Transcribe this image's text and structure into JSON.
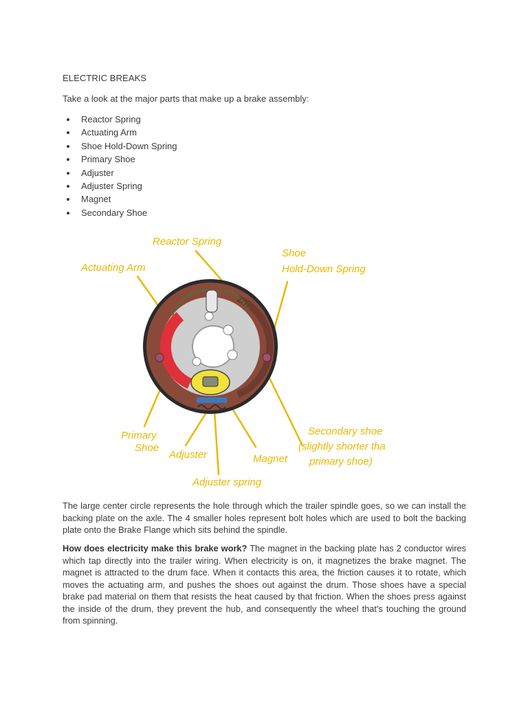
{
  "document": {
    "title": "ELECTRIC BREAKS",
    "intro": "Take a look at the major parts that make up a brake assembly:",
    "parts_list": [
      "Reactor Spring",
      "Actuating Arm",
      "Shoe Hold-Down Spring",
      "Primary Shoe",
      "Adjuster",
      "Adjuster Spring",
      "Magnet",
      "Secondary Shoe"
    ],
    "diagram_labels": {
      "reactor_spring": "Reactor Spring",
      "actuating_arm": "Actuating Arm",
      "shoe_line1": "Shoe",
      "shoe_line2": "Hold-Down Spring",
      "primary_line1": "Primary",
      "primary_line2": "Shoe",
      "adjuster": "Adjuster",
      "magnet": "Magnet",
      "secondary_line1": "Secondary shoe",
      "secondary_line2": "(slightly shorter than",
      "secondary_line3": "primary shoe)",
      "adjuster_spring": "Adjuster spring"
    },
    "paragraph1": "The large center circle represents the hole through which the trailer spindle goes, so we can install the backing plate on the axle. The 4 smaller holes represent bolt holes which are used to bolt the backing plate onto the Brake Flange which sits behind the spindle.",
    "paragraph2_bold": "How does electricity make this brake work?",
    "paragraph2_rest": " The magnet in the backing plate has 2 conductor wires which tap directly into the trailer wiring. When electricity is on, it magnetizes the brake magnet. The magnet is attracted to the drum face. When it contacts this area, the friction causes it to rotate, which moves the actuating arm, and pushes the shoes out against the drum. Those shoes have a special brake pad material on them that resists the heat caused by that friction. When the shoes press against the inside of the drum, they prevent the hub, and consequently the wheel that's touching the ground from spinning."
  },
  "colors": {
    "text": "#3a3a3a",
    "label_yellow": "#e8b800",
    "drum_brown": "#8a4a3a",
    "actuating_red": "#e0303a",
    "magnet_yellow": "#f2e23a"
  }
}
